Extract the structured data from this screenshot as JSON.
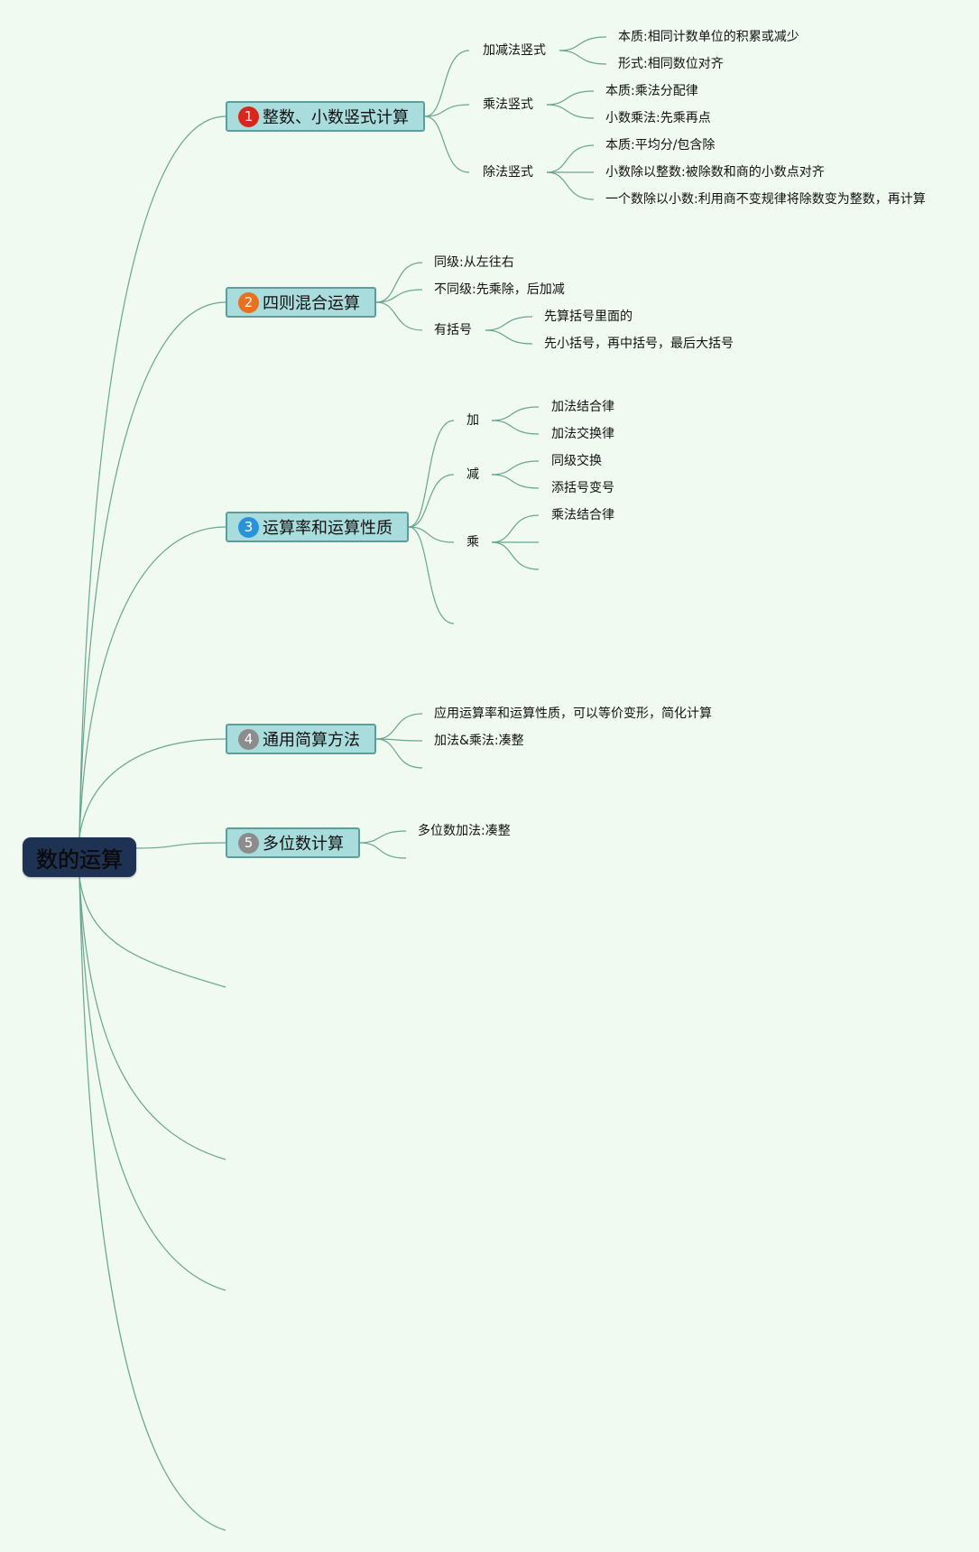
{
  "root": "数的运算",
  "colors": {
    "line": "#6aa592",
    "badge1": "#d8271c",
    "badge2": "#e8701f",
    "badge3": "#2a93d8",
    "badge4": "#8c8c8c",
    "badge5": "#8c8c8c"
  },
  "topics": [
    {
      "num": "1",
      "label": "整数、小数竖式计算",
      "children": [
        {
          "label": "加减法竖式",
          "children": [
            "本质:相同计数单位的积累或减少",
            "形式:相同数位对齐"
          ]
        },
        {
          "label": "乘法竖式",
          "children": [
            "本质:乘法分配律",
            "小数乘法:先乘再点"
          ]
        },
        {
          "label": "除法竖式",
          "children": [
            "本质:平均分/包含除",
            "小数除以整数:被除数和商的小数点对齐",
            "一个数除以小数:利用商不变规律将除数变为整数，再计算"
          ]
        }
      ]
    },
    {
      "num": "2",
      "label": "四则混合运算",
      "children": [
        {
          "label": "同级:从左往右"
        },
        {
          "label": "不同级:先乘除，后加减"
        },
        {
          "label": "有括号",
          "children": [
            "先算括号里面的",
            "先小括号，再中括号，最后大括号"
          ]
        }
      ]
    },
    {
      "num": "3",
      "label": "运算率和运算性质",
      "children": [
        {
          "label": "加",
          "children": [
            "加法结合律",
            "加法交换律"
          ]
        },
        {
          "label": "减",
          "children": [
            "同级交换",
            "添括号变号"
          ]
        },
        {
          "label": "乘",
          "children": [
            "乘法结合律",
            "",
            ""
          ]
        },
        {
          "label": ""
        }
      ]
    },
    {
      "num": "4",
      "label": "通用简算方法",
      "children": [
        {
          "label": "应用运算率和运算性质，可以等价变形，简化计算"
        },
        {
          "label": "加法&乘法:凑整"
        },
        {
          "label": ""
        }
      ]
    },
    {
      "num": "5",
      "label": "多位数计算",
      "children": [
        {
          "label": "多位数加法:凑整"
        },
        {
          "label": ""
        }
      ]
    },
    {
      "num": "",
      "label": "",
      "children": []
    },
    {
      "num": "",
      "label": "",
      "children": []
    },
    {
      "num": "",
      "label": "",
      "children": []
    },
    {
      "num": "",
      "label": "",
      "children": []
    }
  ]
}
